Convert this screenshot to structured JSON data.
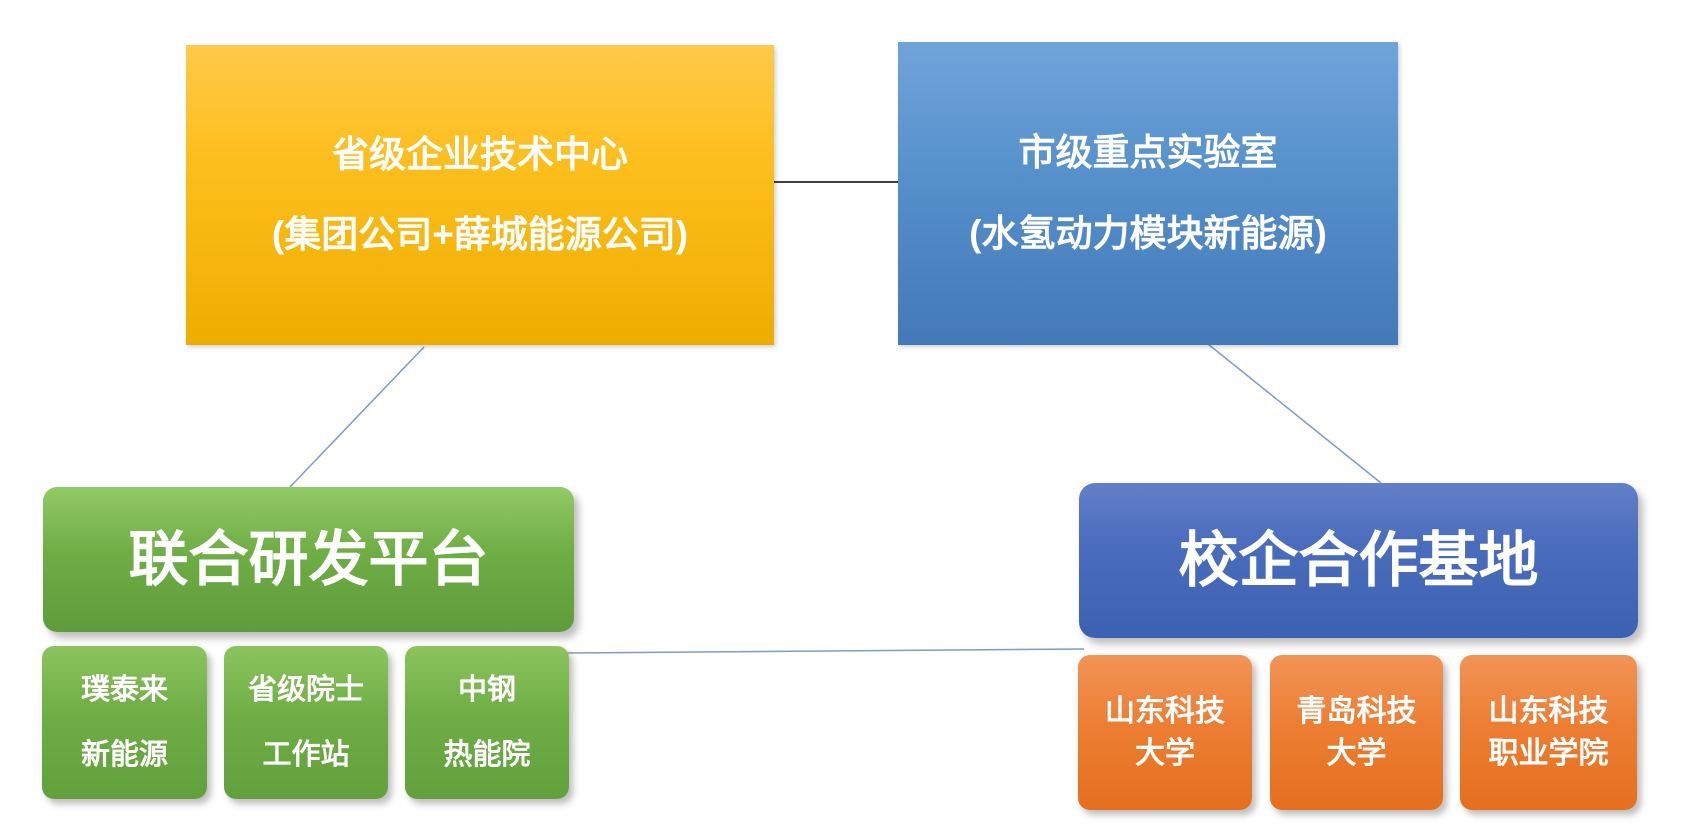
{
  "diagram": {
    "title_implicit": "",
    "top_left_box": {
      "line1": "省级企业技术中心",
      "line2": "(集团公司+薛城能源公司)"
    },
    "top_right_box": {
      "line1": "市级重点实验室",
      "line2": "(水氢动力模块新能源)"
    },
    "left_platform_box": {
      "label": "联合研发平台"
    },
    "right_platform_box": {
      "label": "校企合作基地"
    },
    "left_children": [
      {
        "line1": "璞泰来",
        "line2": "新能源"
      },
      {
        "line1": "省级院士",
        "line2": "工作站"
      },
      {
        "line1": "中钢",
        "line2": "热能院"
      }
    ],
    "right_children": [
      {
        "line1": "山东科技",
        "line2": "大学"
      },
      {
        "line1": "青岛科技",
        "line2": "大学"
      },
      {
        "line1": "山东科技",
        "line2": "职业学院"
      }
    ],
    "colors": {
      "gold_box": "#FCBE1B",
      "sky_blue_box": "#5590CB",
      "green_box": "#6FAD45",
      "dark_blue_box": "#4A6CBC",
      "orange_box": "#EC7E33",
      "text": "#FFFFFF",
      "connector_dark": "#3F3F3F",
      "connector_light": "#7D9BC8"
    }
  }
}
